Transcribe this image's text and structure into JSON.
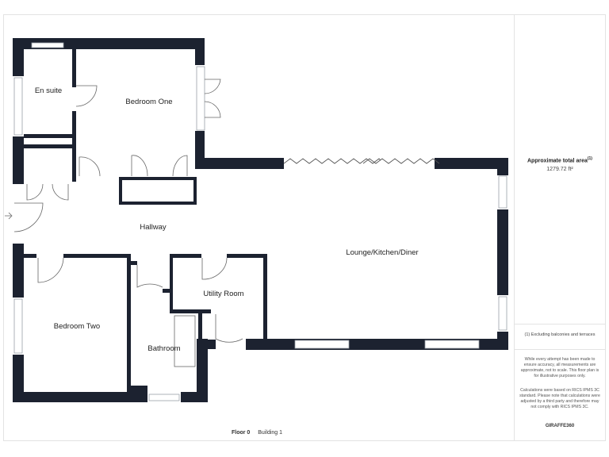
{
  "rooms": {
    "en_suite": "En suite",
    "bedroom_one": "Bedroom One",
    "hallway": "Hallway",
    "lounge": "Lounge/Kitchen/Diner",
    "utility_room": "Utility Room",
    "bedroom_two": "Bedroom Two",
    "bathroom": "Bathroom"
  },
  "area": {
    "title": "Approximate total area",
    "title_sup": "(1)",
    "value": "1279.72 ft²"
  },
  "notes": {
    "excluding": "(1) Excluding balconies and terraces",
    "disclaimer": "While every attempt has been made to ensure accuracy, all measurements are approximate, not to scale. This floor plan is for illustrative purposes only.",
    "calculations": "Calculations were based on RICS IPMS 3C standard. Please note that calculations were adjusted by a third party and therefore may not comply with RICS IPMS 3C."
  },
  "footer": {
    "floor": "Floor 0",
    "building": "Building 1"
  },
  "brand": {
    "name": "GIRAFFE",
    "suffix": "360"
  },
  "colors": {
    "wall": "#1c2230",
    "window": "#ffffff",
    "frame": "#e3e3e3"
  }
}
